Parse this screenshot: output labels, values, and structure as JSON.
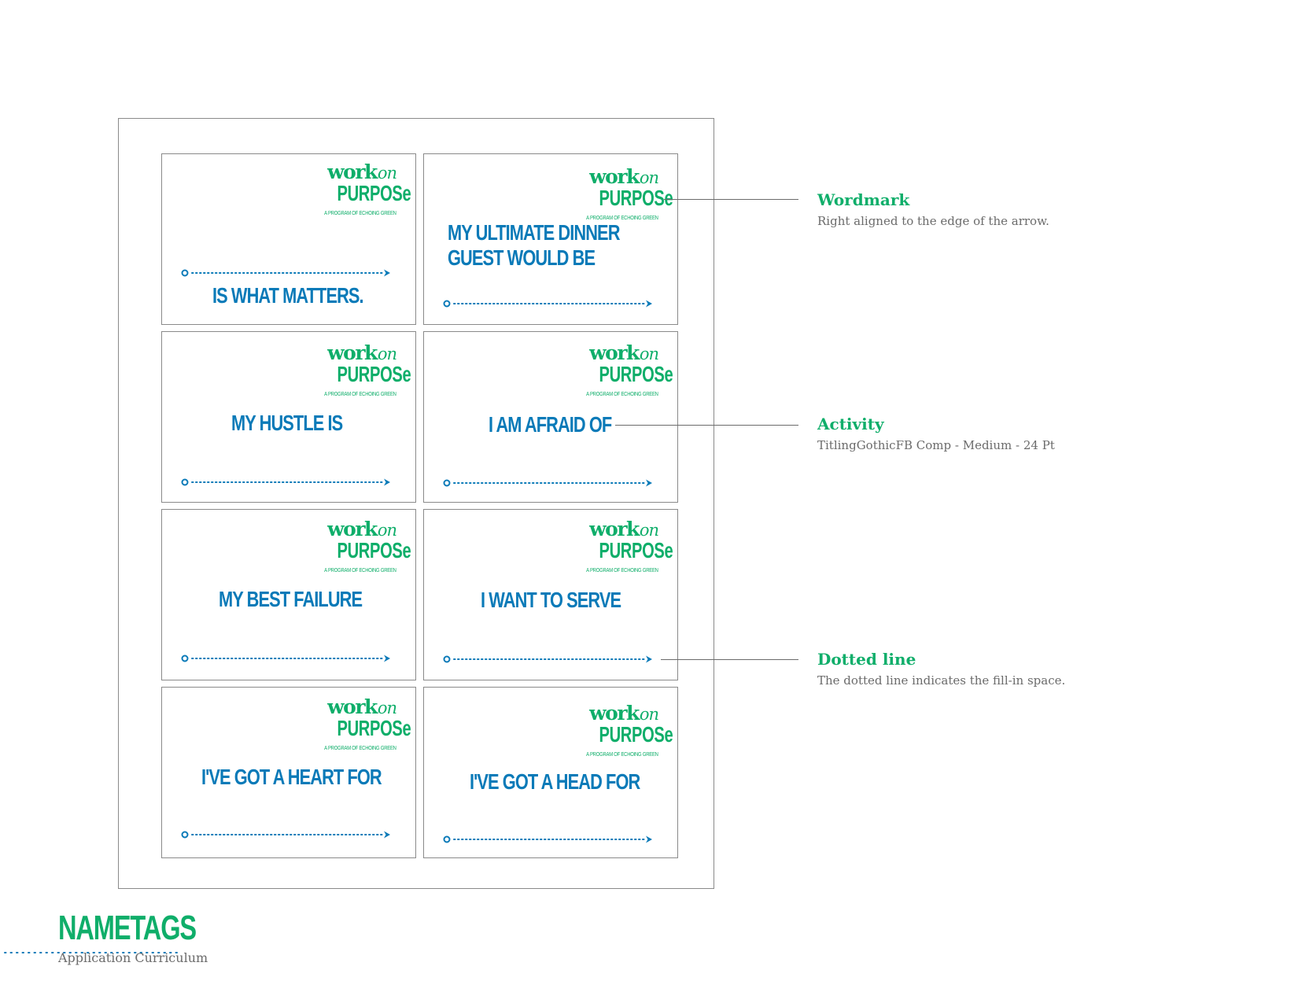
{
  "wordmark": {
    "work": "work",
    "on": "on",
    "purpose": "PURPOSe",
    "subline": "A PROGRAM OF ECHOING GREEN"
  },
  "nametags": [
    {
      "lines": [
        "IS WHAT MATTERS."
      ]
    },
    {
      "lines": [
        "MY ULTIMATE DINNER",
        "GUEST WOULD BE"
      ]
    },
    {
      "lines": [
        "MY HUSTLE IS"
      ]
    },
    {
      "lines": [
        "I AM AFRAID OF"
      ]
    },
    {
      "lines": [
        "MY BEST FAILURE"
      ]
    },
    {
      "lines": [
        "I WANT TO SERVE"
      ]
    },
    {
      "lines": [
        "I'VE GOT A HEART FOR"
      ]
    },
    {
      "lines": [
        "I'VE GOT A HEAD FOR"
      ]
    }
  ],
  "annotations": {
    "wordmark": {
      "title": "Wordmark",
      "description": "Right aligned to the edge of the arrow."
    },
    "activity": {
      "title": "Activity",
      "description": "TitlingGothicFB Comp - Medium - 24 Pt"
    },
    "dotted_line": {
      "title": "Dotted line",
      "description": "The dotted line indicates the fill-in space."
    }
  },
  "footer": {
    "title": "NAMETAGS",
    "subtitle": "Application Curriculum"
  },
  "colors": {
    "green": "#0fae6a",
    "blue": "#0a7ab8",
    "gray": "#6b6b6b"
  }
}
